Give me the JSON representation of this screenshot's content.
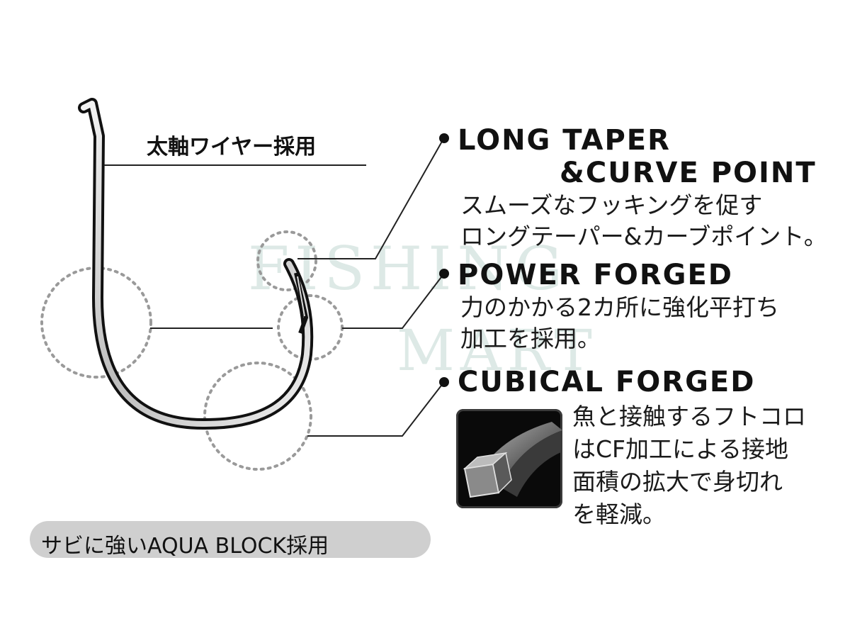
{
  "wire_label": "太軸ワイヤー採用",
  "features": [
    {
      "heading_line1": "LONG TAPER",
      "heading_line2": "&CURVE POINT",
      "description": [
        "スムーズなフッキングを促す",
        "ロングテーパー&カーブポイント。"
      ]
    },
    {
      "heading_line1": "POWER FORGED",
      "description": [
        "力のかかる2カ所に強化平打ち",
        "加工を採用。"
      ]
    },
    {
      "heading_line1": "CUBICAL FORGED",
      "description": [
        "魚と接触するフトコロ",
        "はCF加工による接地",
        "面積の拡大で身切れ",
        "を軽減。"
      ]
    }
  ],
  "aqua_block_badge": "サビに強いAQUA BLOCK採用",
  "watermark": [
    "FISHING",
    "MART"
  ],
  "colors": {
    "text": "#111111",
    "leader_line": "#222222",
    "dotted_circle": "#9a9a9a",
    "badge_bg": "#cfcfcf",
    "watermark": "#dde9e6",
    "icon_bg": "#0a0a0a"
  }
}
